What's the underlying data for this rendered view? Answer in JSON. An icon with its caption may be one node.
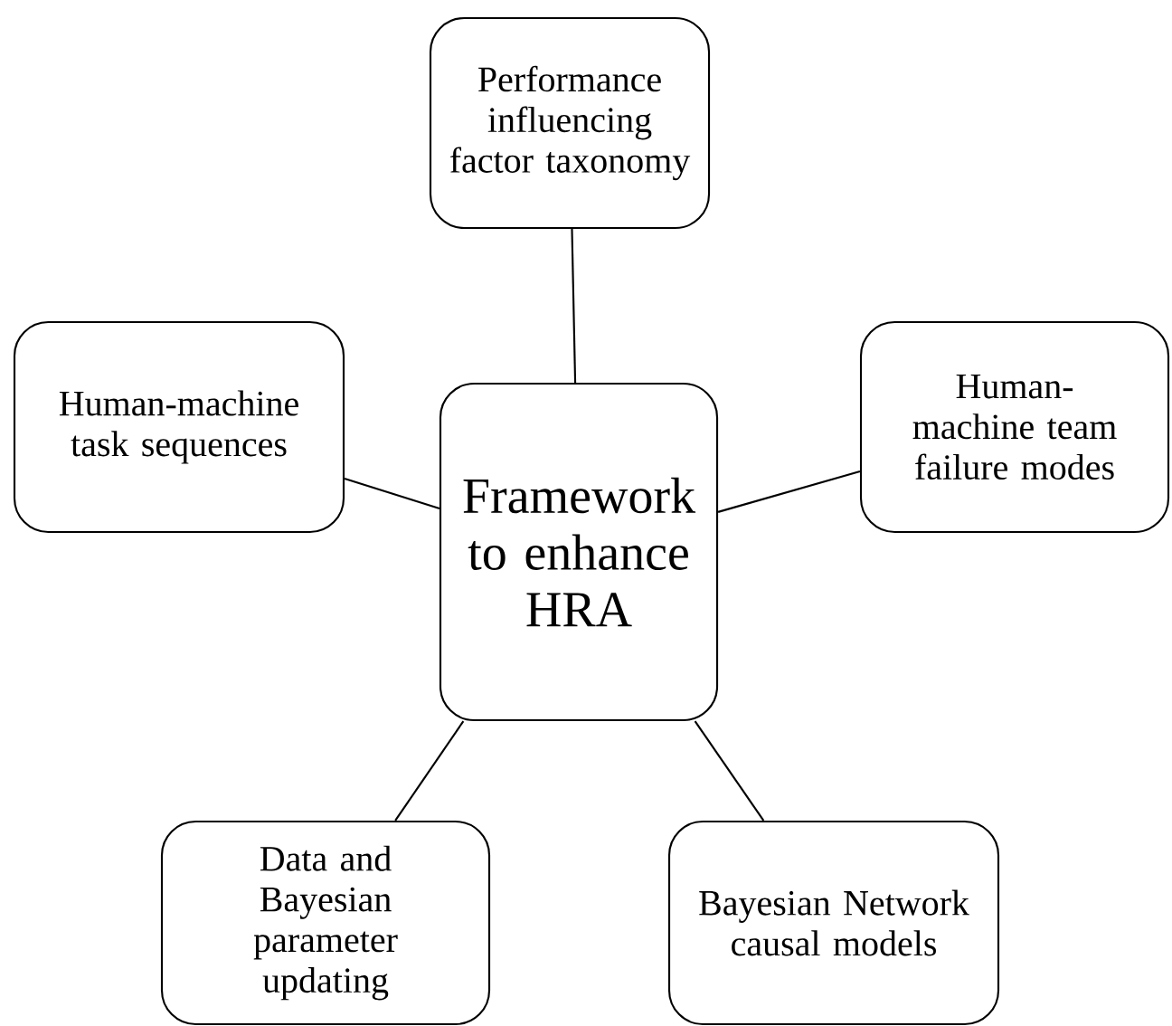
{
  "diagram": {
    "nodes": [
      {
        "text": [
          "Performance influencing factor taxonomy"
        ]
      },
      {
        "text": [
          "Human-machine task sequences"
        ]
      },
      {
        "text": [
          "Human-machine team failure modes"
        ]
      },
      {
        "text": [
          "Framework to enhance HRA"
        ]
      },
      {
        "text": [
          "Data and Bayesian parameter updating"
        ]
      },
      {
        "text": [
          "Bayesian Network causal models"
        ]
      }
    ],
    "edges": [
      {
        "from": 3,
        "to": 0,
        "arrow": "none"
      },
      {
        "from": 3,
        "to": 1,
        "arrow": "none"
      },
      {
        "from": 3,
        "to": 2,
        "arrow": "none"
      },
      {
        "from": 3,
        "to": 4,
        "arrow": "none"
      },
      {
        "from": 3,
        "to": 5,
        "arrow": "none"
      }
    ]
  }
}
